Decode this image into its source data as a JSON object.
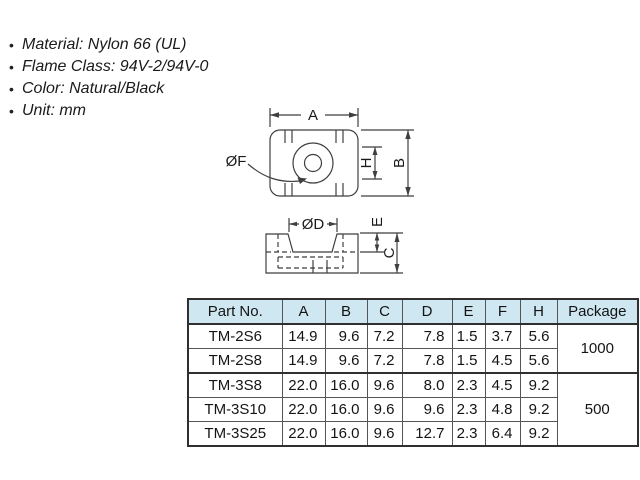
{
  "notes": {
    "bullet": "•",
    "items": [
      "Material: Nylon 66 (UL)",
      "Flame Class: 94V-2/94V-0",
      "Color: Natural/Black",
      "Unit: mm"
    ]
  },
  "diagram": {
    "top_view": {
      "labels": {
        "A": "A",
        "B": "B",
        "H": "H",
        "F": "ØF"
      }
    },
    "side_view": {
      "labels": {
        "D": "ØD",
        "E": "E",
        "C": "C"
      }
    }
  },
  "table": {
    "headers": [
      "Part No.",
      "A",
      "B",
      "C",
      "D",
      "E",
      "F",
      "H",
      "Package"
    ],
    "rows": [
      {
        "part": "TM-2S6",
        "values": [
          "14.9",
          "9.6",
          "7.2",
          "7.8",
          "1.5",
          "3.7",
          "5.6"
        ]
      },
      {
        "part": "TM-2S8",
        "values": [
          "14.9",
          "9.6",
          "7.2",
          "7.8",
          "1.5",
          "4.5",
          "5.6"
        ]
      },
      {
        "part": "TM-3S8",
        "values": [
          "22.0",
          "16.0",
          "9.6",
          "8.0",
          "2.3",
          "4.5",
          "9.2"
        ]
      },
      {
        "part": "TM-3S10",
        "values": [
          "22.0",
          "16.0",
          "9.6",
          "9.6",
          "2.3",
          "4.8",
          "9.2"
        ]
      },
      {
        "part": "TM-3S25",
        "values": [
          "22.0",
          "16.0",
          "9.6",
          "12.7",
          "2.3",
          "6.4",
          "9.2"
        ]
      }
    ],
    "packages": [
      {
        "label": "1000",
        "row_span": 2
      },
      {
        "label": "500",
        "row_span": 3
      }
    ],
    "colors": {
      "header_bg": "#cfe7f1",
      "border": "#2f2f2f",
      "text": "#141414"
    }
  }
}
